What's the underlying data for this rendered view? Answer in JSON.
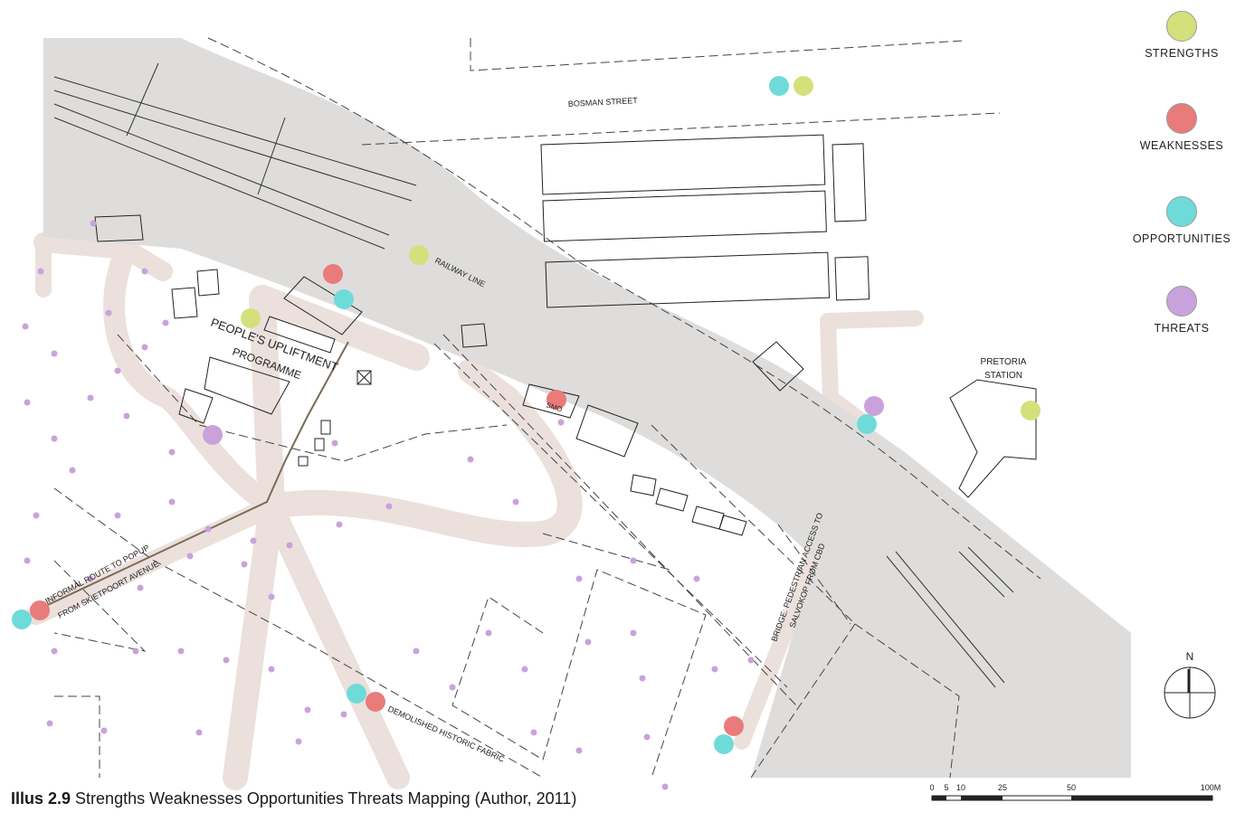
{
  "map": {
    "street_label": "BOSMAN STREET",
    "railway_label": "RAILWAY LINE",
    "programme_label_1": "PEOPLE'S UPLIFTMENT",
    "programme_label_2": "PROGRAMME",
    "station_label_1": "PRETORIA",
    "station_label_2": "STATION",
    "route_label_1": "INFORMAL ROUTE TO POPUP",
    "route_label_2": "FROM SKIETPOORT AVENUE",
    "bridge_label_1": "BRIDGE: PEDESTRIAN ACCESS TO",
    "bridge_label_2": "SALVOKOP FROM CBD",
    "demolished_label": "DEMOLISHED HISTORIC FABRIC",
    "small_label": "SMO"
  },
  "legend": [
    {
      "key": "strengths",
      "label": "STRENGTHS",
      "color": "#d4e07c"
    },
    {
      "key": "weaknesses",
      "label": "WEAKNESSES",
      "color": "#e97b7b"
    },
    {
      "key": "opportunities",
      "label": "OPPORTUNITIES",
      "color": "#6fdbd9"
    },
    {
      "key": "threats",
      "label": "THREATS",
      "color": "#c9a2dc"
    }
  ],
  "colors": {
    "strength": "#d4e07c",
    "weakness": "#e97b7b",
    "opportunity": "#6fdbd9",
    "threat": "#c9a2dc",
    "rail_band": "#dedddc",
    "path": "#ebe0dc",
    "route": "#7a6a55"
  },
  "north_arrow": {
    "label": "N"
  },
  "scale_bar": {
    "ticks": [
      "0",
      "5",
      "10",
      "25",
      "50",
      "100M"
    ]
  },
  "caption": {
    "bold": "Illus 2.9",
    "text": " Strengths Weaknesses Opportunities Threats Mapping (Author, 2011)"
  }
}
